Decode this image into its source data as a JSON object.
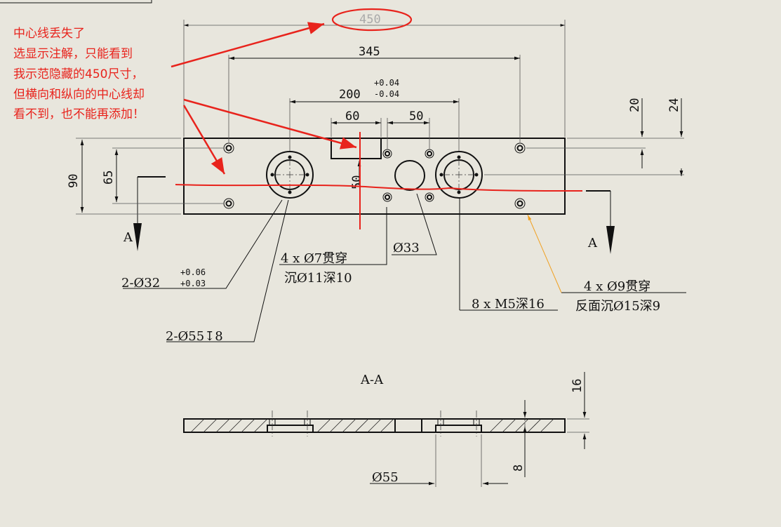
{
  "dimensions": {
    "overall_length": "450",
    "hole_span": "345",
    "center_span": "200",
    "center_tol_upper": "+0.04",
    "center_tol_lower": "-0.04",
    "slot_width": "60",
    "hole_gap": "50",
    "height_total": "90",
    "height_holes": "65",
    "offset_20": "20",
    "offset_24": "24",
    "slot_depth": "50",
    "section_thickness": "16",
    "section_depth": "8",
    "section_bore": "Ø55"
  },
  "callouts": {
    "bore32": "2-Ø32",
    "bore32_tol_upper": "+0.06",
    "bore32_tol_lower": "+0.03",
    "counterbore55": "2-Ø55↧8",
    "thru7_line1": "4 x Ø7贯穿",
    "thru7_line2": "沉Ø11深10",
    "hole33": "Ø33",
    "tapped_m5": "8 x M5深16",
    "thru9_line1": "4 x Ø9贯穿",
    "thru9_line2": "反面沉Ø15深9"
  },
  "section": {
    "marker_left": "A",
    "marker_right": "A",
    "title": "A-A"
  },
  "annotation": {
    "lines": [
      "中心线丢失了",
      "选显示注解，只能看到",
      "我示范隐藏的450尺寸，",
      "但横向和纵向的中心线却",
      "看不到，也不能再添加！"
    ],
    "color": "#e8231c"
  },
  "colors": {
    "background": "#e8e6dd",
    "drawing": "#111111",
    "markup": "#e8231c",
    "hidden_dim": "#aaaaaa",
    "leader_orange": "#f0a020"
  }
}
